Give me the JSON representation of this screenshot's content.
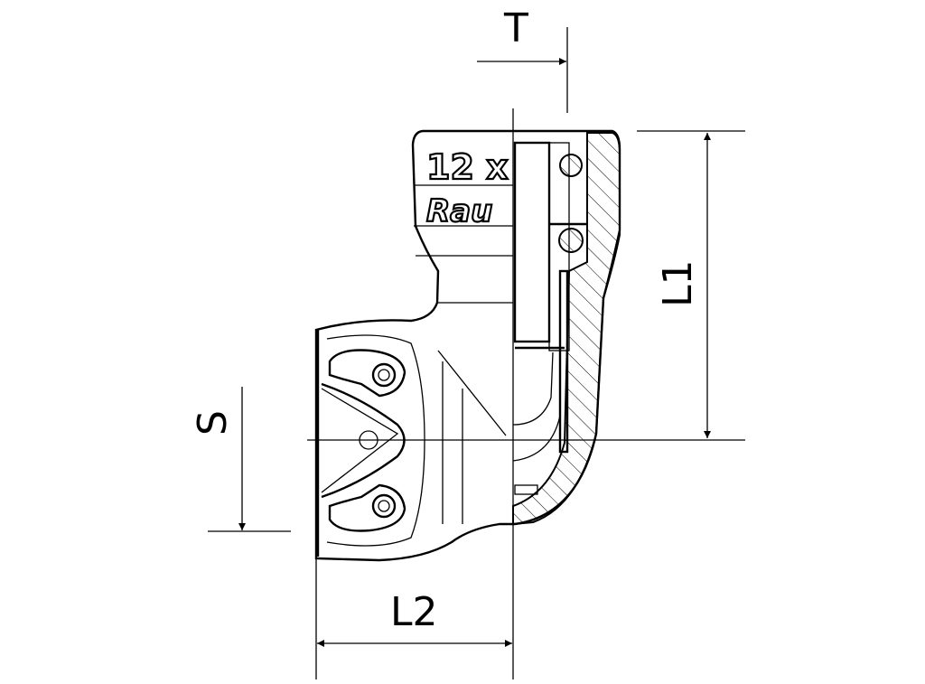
{
  "dimensions": {
    "T": "T",
    "L1": "L1",
    "S": "S",
    "L2": "L2"
  },
  "fitting_marking": {
    "size": "12 x",
    "brand": "Rau"
  }
}
